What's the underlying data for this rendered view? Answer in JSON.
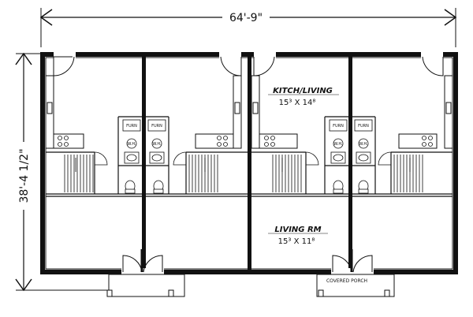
{
  "dimensions": {
    "width": "64'-9\"",
    "depth": "38'-4 1/2\""
  },
  "rooms": {
    "kitchen_living": {
      "name": "KITCH/LIVING",
      "size": "15³ X 14⁸"
    },
    "living": {
      "name": "LIVING RM",
      "size": "15³ X 11⁸"
    }
  },
  "porch": {
    "label": "COVERED PORCH"
  },
  "fixtures": {
    "furnace": "FURN",
    "water_heater": "W.H."
  },
  "colors": {
    "line": "#111111",
    "background": "#ffffff"
  }
}
